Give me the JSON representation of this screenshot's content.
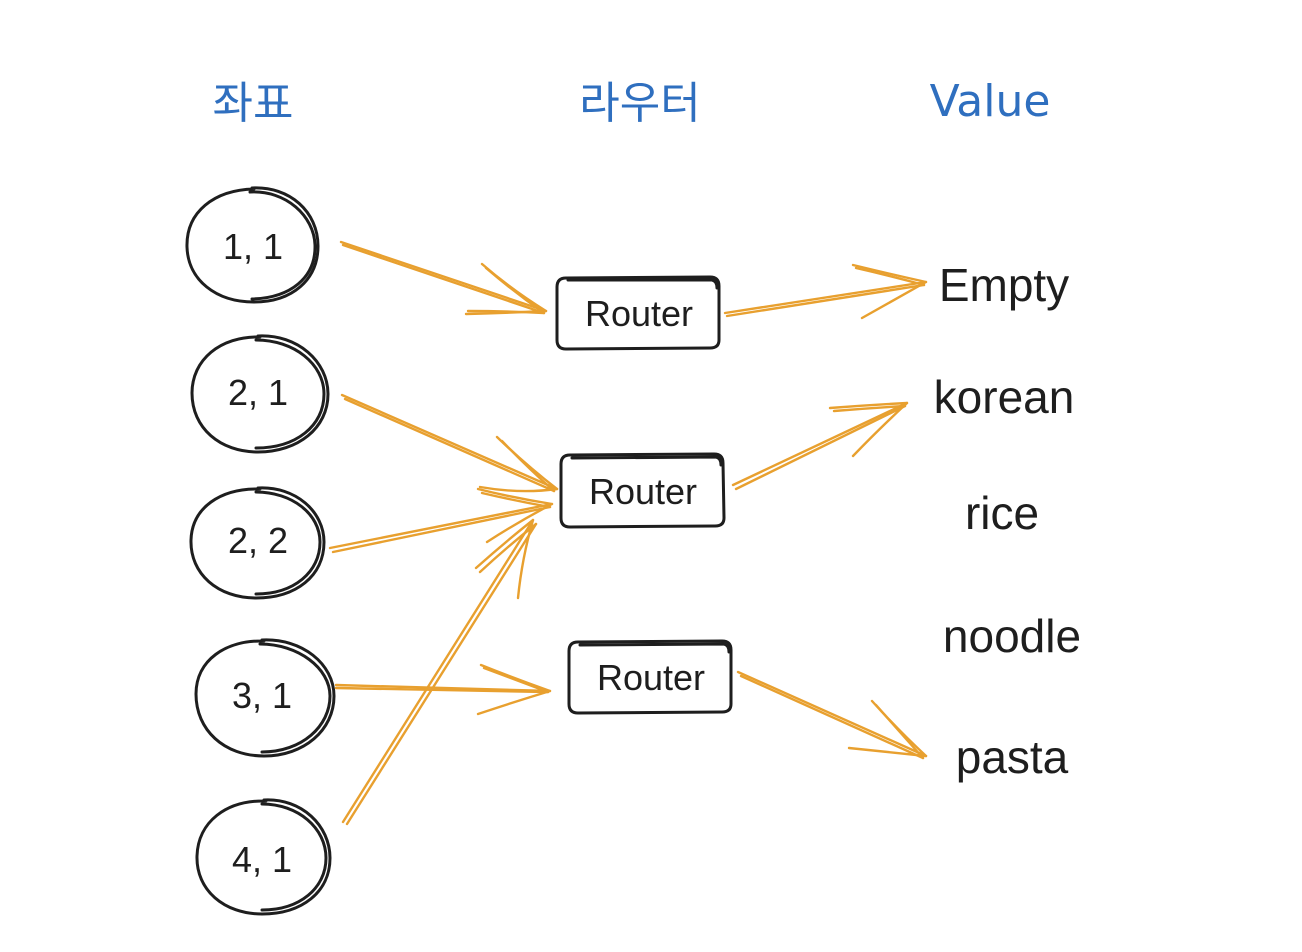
{
  "headers": {
    "coordinates": "좌표",
    "router": "라우터",
    "value": "Value"
  },
  "coordinates": [
    "1, 1",
    "2, 1",
    "2, 2",
    "3, 1",
    "4, 1"
  ],
  "routers": [
    "Router",
    "Router",
    "Router"
  ],
  "values": [
    "Empty",
    "korean",
    "rice",
    "noodle",
    "pasta"
  ],
  "colors": {
    "header": "#2f6fbf",
    "arrow": "#e8a02f",
    "ink": "#1e1e1e",
    "background": "#ffffff"
  }
}
